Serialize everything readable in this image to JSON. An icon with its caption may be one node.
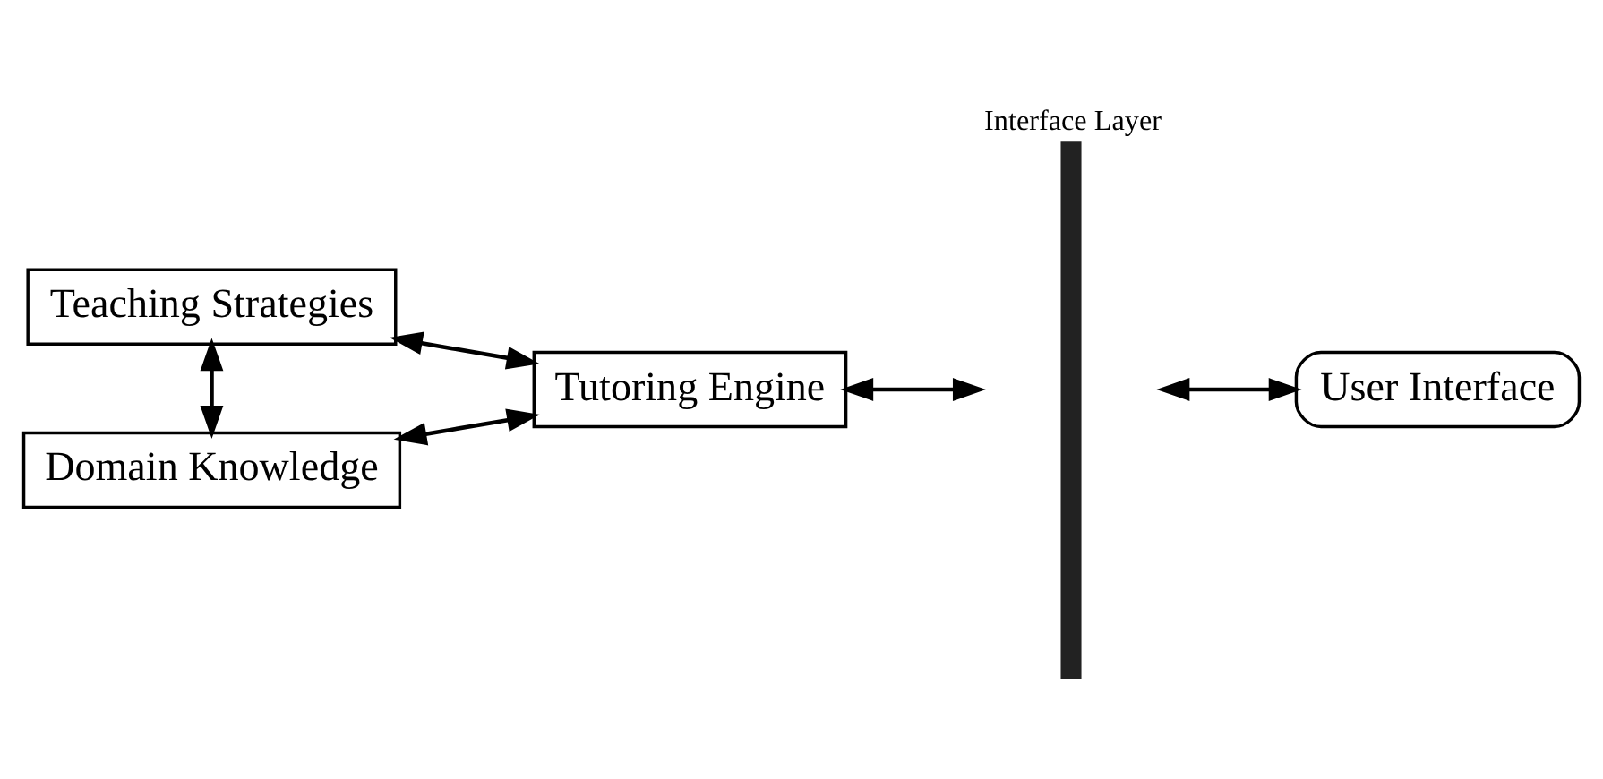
{
  "diagram": {
    "nodes": [
      {
        "text": [
          "Teaching Strategies"
        ]
      },
      {
        "text": [
          "Domain Knowledge"
        ]
      },
      {
        "text": [
          "Tutoring Engine"
        ]
      },
      {
        "text": [
          "Interface Layer"
        ]
      },
      {
        "text": [
          "User Interface"
        ]
      }
    ],
    "edges": [
      {
        "from": 0,
        "to": 1,
        "arrow": "both"
      },
      {
        "from": 0,
        "to": 2,
        "arrow": "both"
      },
      {
        "from": 1,
        "to": 2,
        "arrow": "both"
      },
      {
        "from": 2,
        "to": 3,
        "arrow": "both"
      },
      {
        "from": 3,
        "to": 4,
        "arrow": "both"
      }
    ]
  }
}
